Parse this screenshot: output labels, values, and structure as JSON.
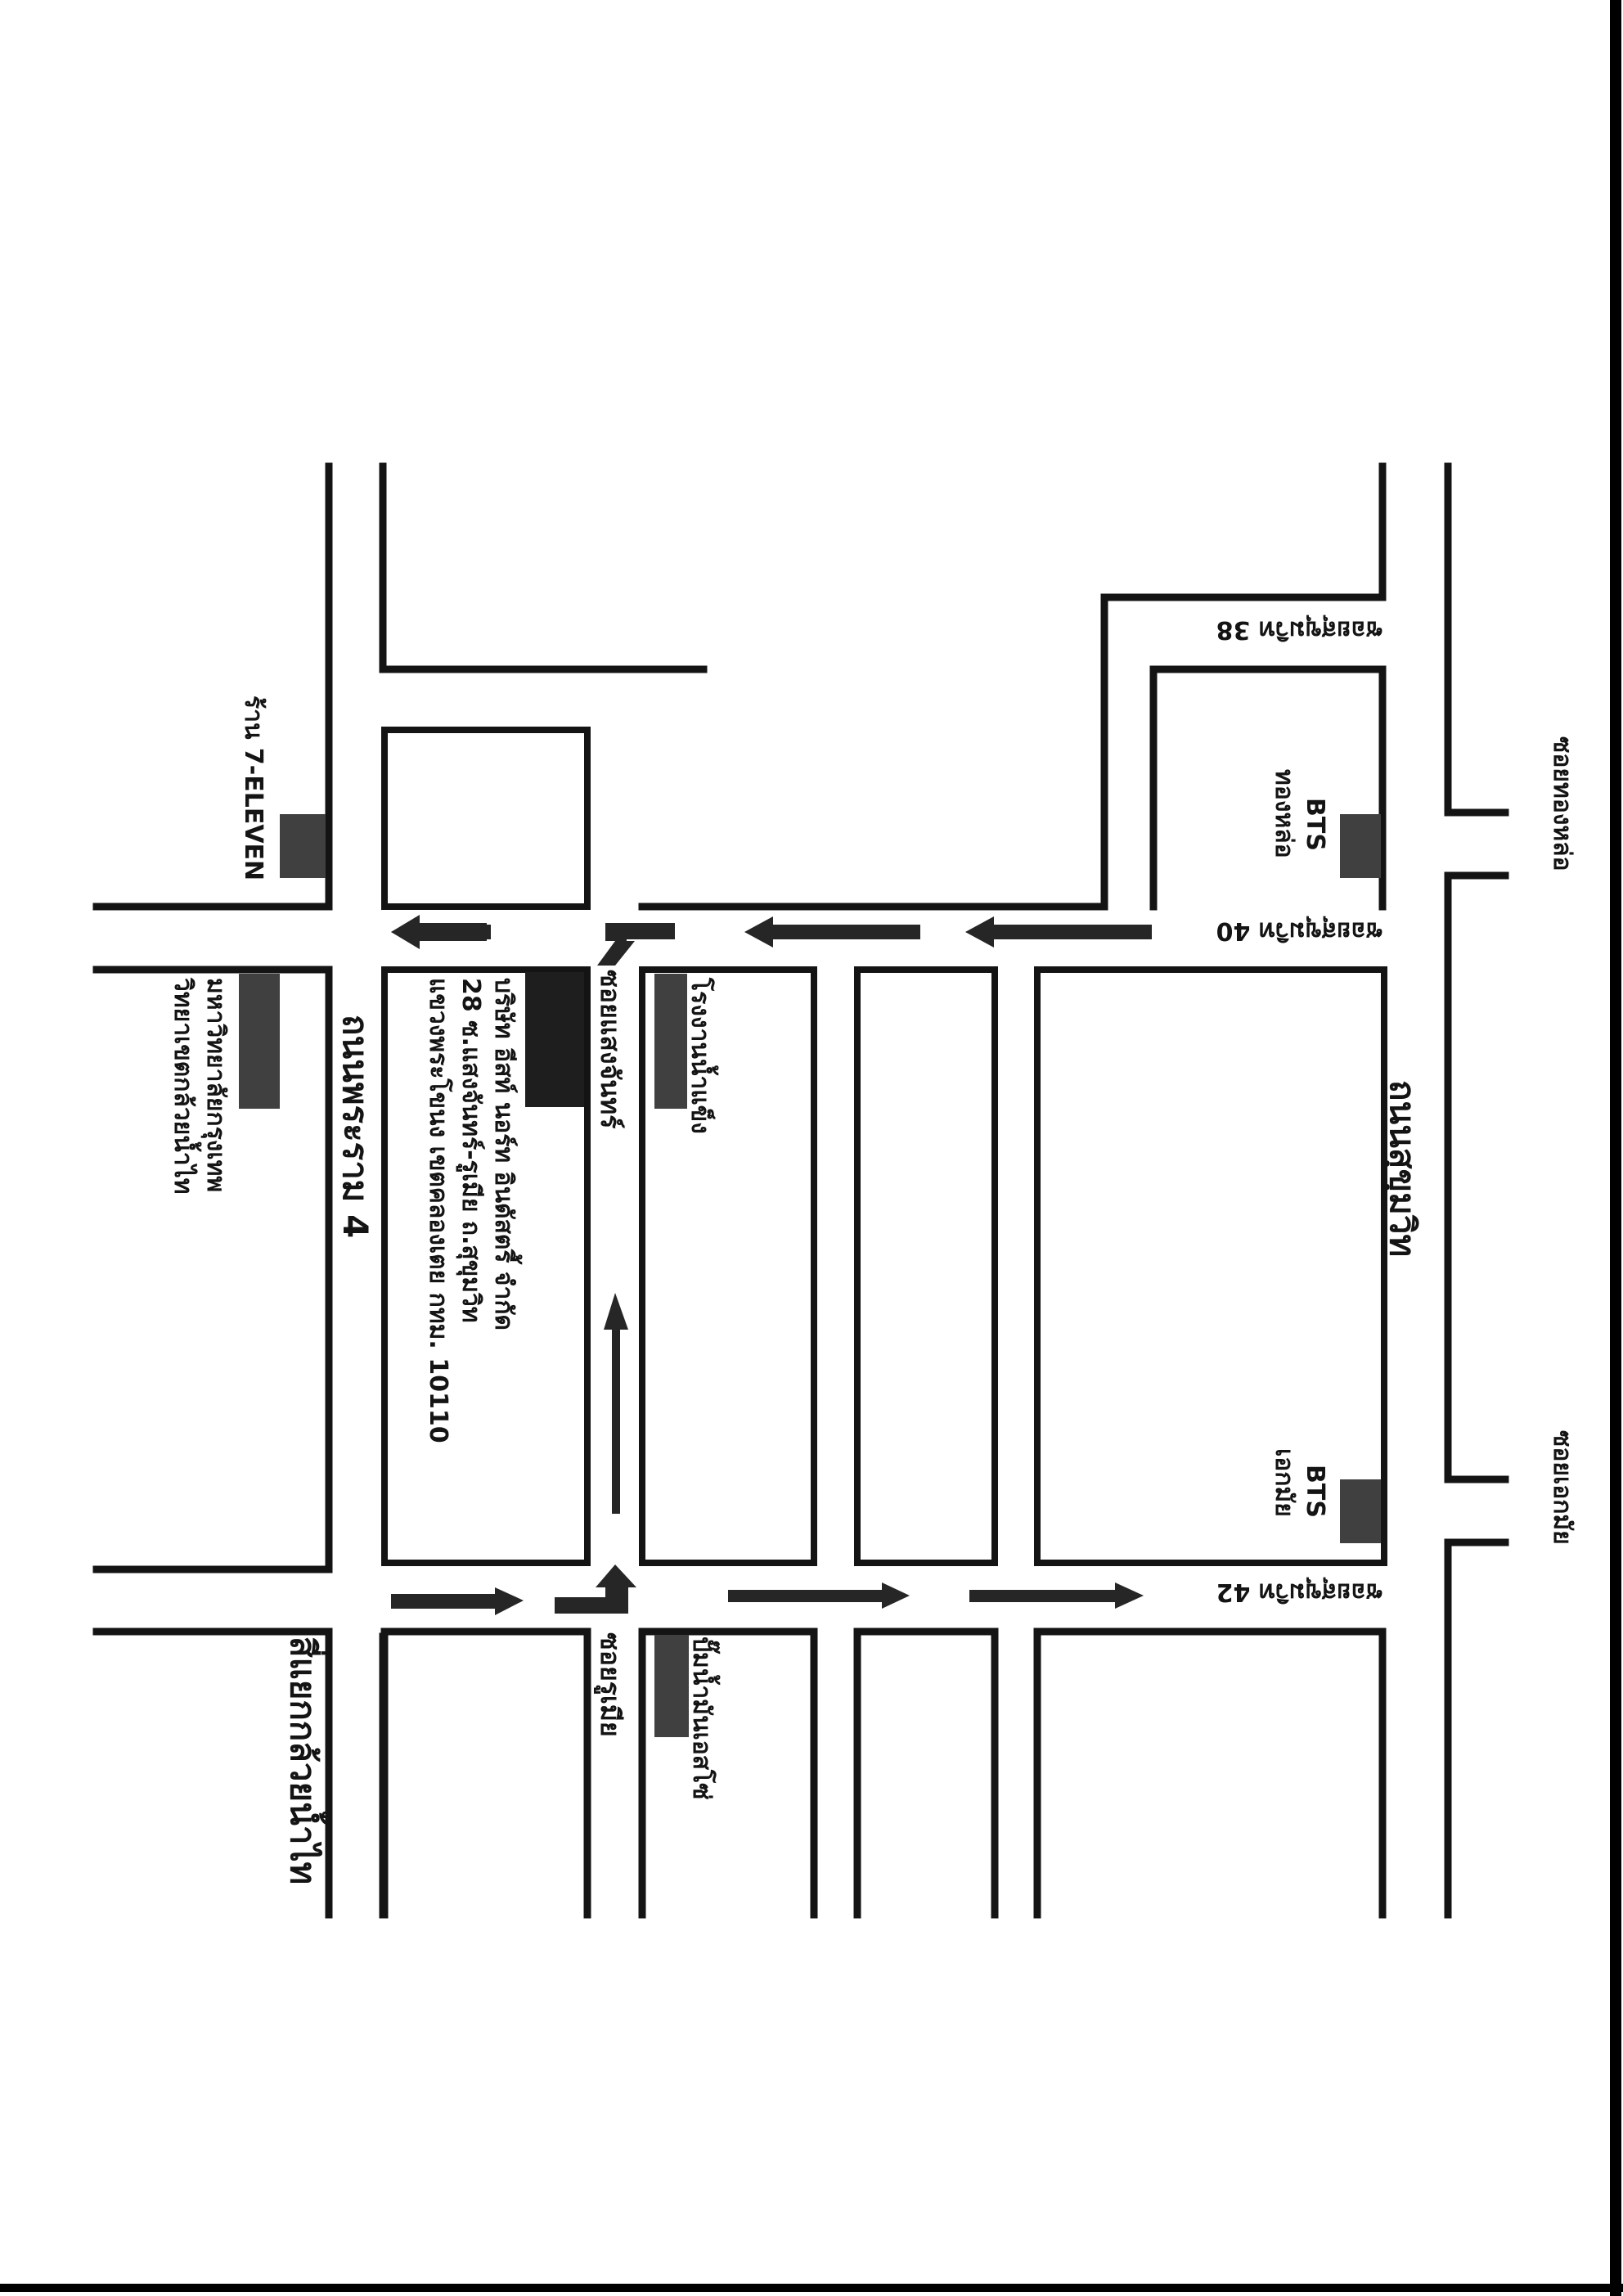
{
  "map": {
    "roads": {
      "rama4": "ถนนพระราม 4",
      "sukhumvit": "ถนนสุขุมวิท",
      "soi_sang_chan": "ซอยแสงจันทร์",
      "soi_ruam_mit": "ซอยรูเมีย",
      "soi_38": "ซอยสุขุมวิท 38",
      "soi_40": "ซอยสุขุมวิท 40",
      "soi_42": "ซอยสุขุมวิท 42",
      "soi_thonglor": "ซอยทองหล่อ",
      "soi_ekkamai": "ซอยเอกมัย"
    },
    "landmarks": {
      "seven_eleven": "ร้าน 7-ELEVEN",
      "university_line1": "มหาวิทยาลัยกรุงเทพ",
      "university_line2": "วิทยาเขตกล้วยน้ำไท",
      "kluaynamthai_junction": "สี่แยกกล้วยน้ำไท",
      "ice_factory": "โรงงานน้ำแข็ง",
      "gas_station": "ปั๊มน้ำมันเอสโซ่",
      "bts_thonglor_line1": "BTS",
      "bts_thonglor_line2": "ทองหล่อ",
      "bts_ekkamai_line1": "BTS",
      "bts_ekkamai_line2": "เอกมัย"
    },
    "company": {
      "line1": "บริษัท อีสท์ นอร์ท อินดัสตรี้ จำกัด",
      "line2": "28 ซ.แสงจันทร์-รูเมีย ถ.สุขุมวิท",
      "line3": "แขวงพระโขนง เขตคลองเตย กทม. 10110"
    },
    "colors": {
      "road": "#141414",
      "arrow": "#262626",
      "marker": "#404040",
      "company_block": "#1e1e1e"
    }
  }
}
